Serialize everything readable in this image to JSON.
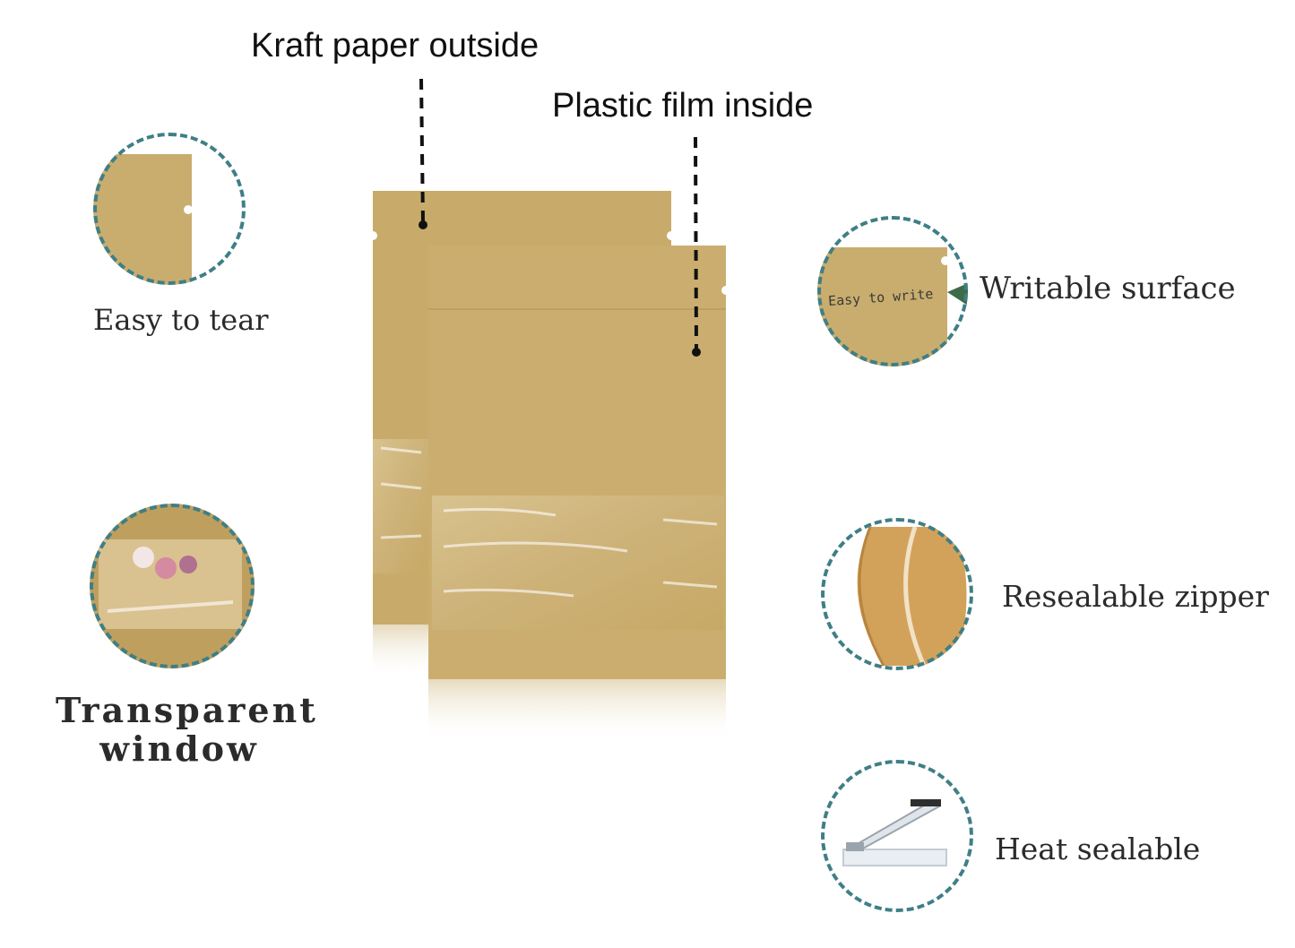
{
  "callouts": {
    "outside": "Kraft paper outside",
    "inside": "Plastic film inside"
  },
  "features": {
    "tear": "Easy to tear",
    "window_line1": "Transparent",
    "window_line2": "window",
    "writable": "Writable surface",
    "writable_sample": "Easy to write",
    "zipper": "Resealable zipper",
    "heat": "Heat sealable"
  },
  "colors": {
    "kraft": "#c9ad6e",
    "kraft_dark": "#b8995a",
    "ring": "#3f7f86",
    "text": "#2b2b2b"
  }
}
